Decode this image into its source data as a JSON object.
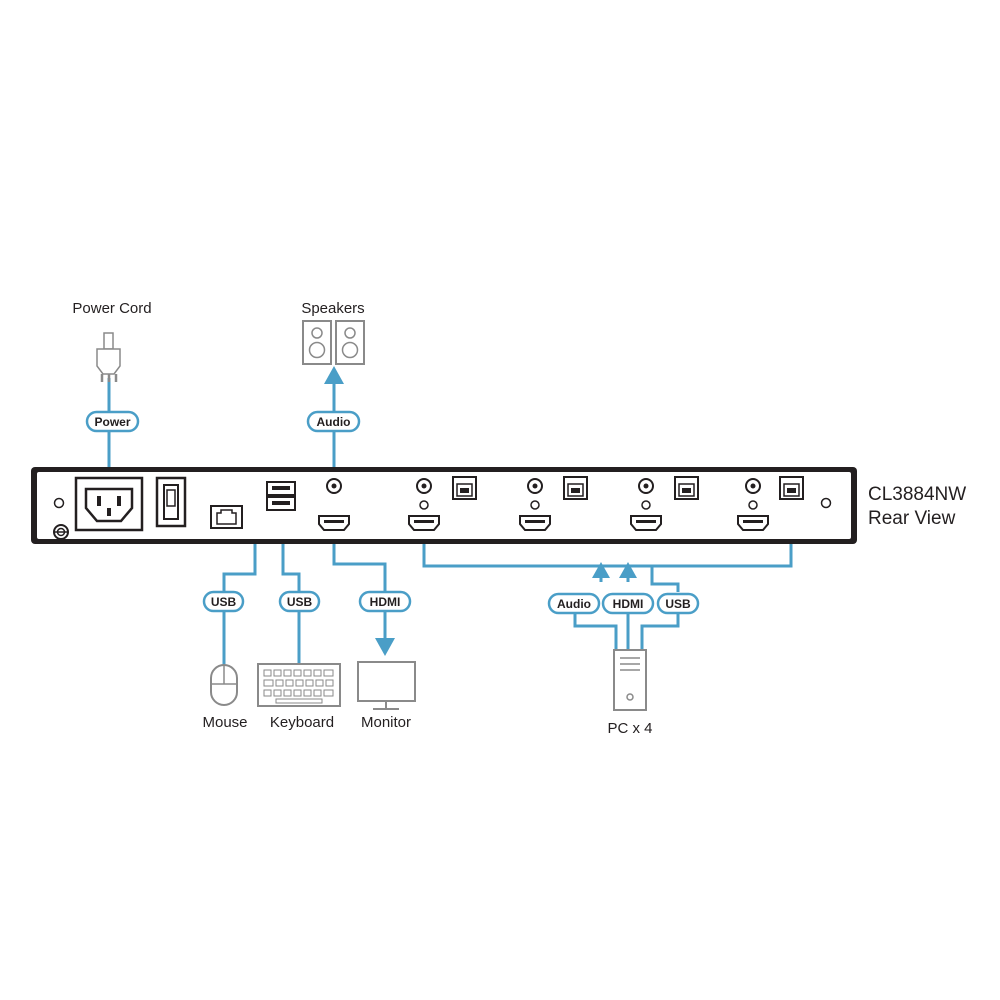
{
  "model_title": {
    "line1": "CL3884NW",
    "line2": "Rear View"
  },
  "labels": {
    "power_cord": "Power Cord",
    "speakers": "Speakers",
    "mouse": "Mouse",
    "keyboard": "Keyboard",
    "monitor": "Monitor",
    "pc": "PC x 4"
  },
  "cables": {
    "power": "Power",
    "audio_top": "Audio",
    "usb_mouse": "USB",
    "usb_keyboard": "USB",
    "hdmi_monitor": "HDMI",
    "audio_pc": "Audio",
    "hdmi_pc": "HDMI",
    "usb_pc": "USB"
  },
  "colors": {
    "cable": "#4a9ec7",
    "device_outline": "#8a8a8a",
    "chassis": "#231f20"
  }
}
